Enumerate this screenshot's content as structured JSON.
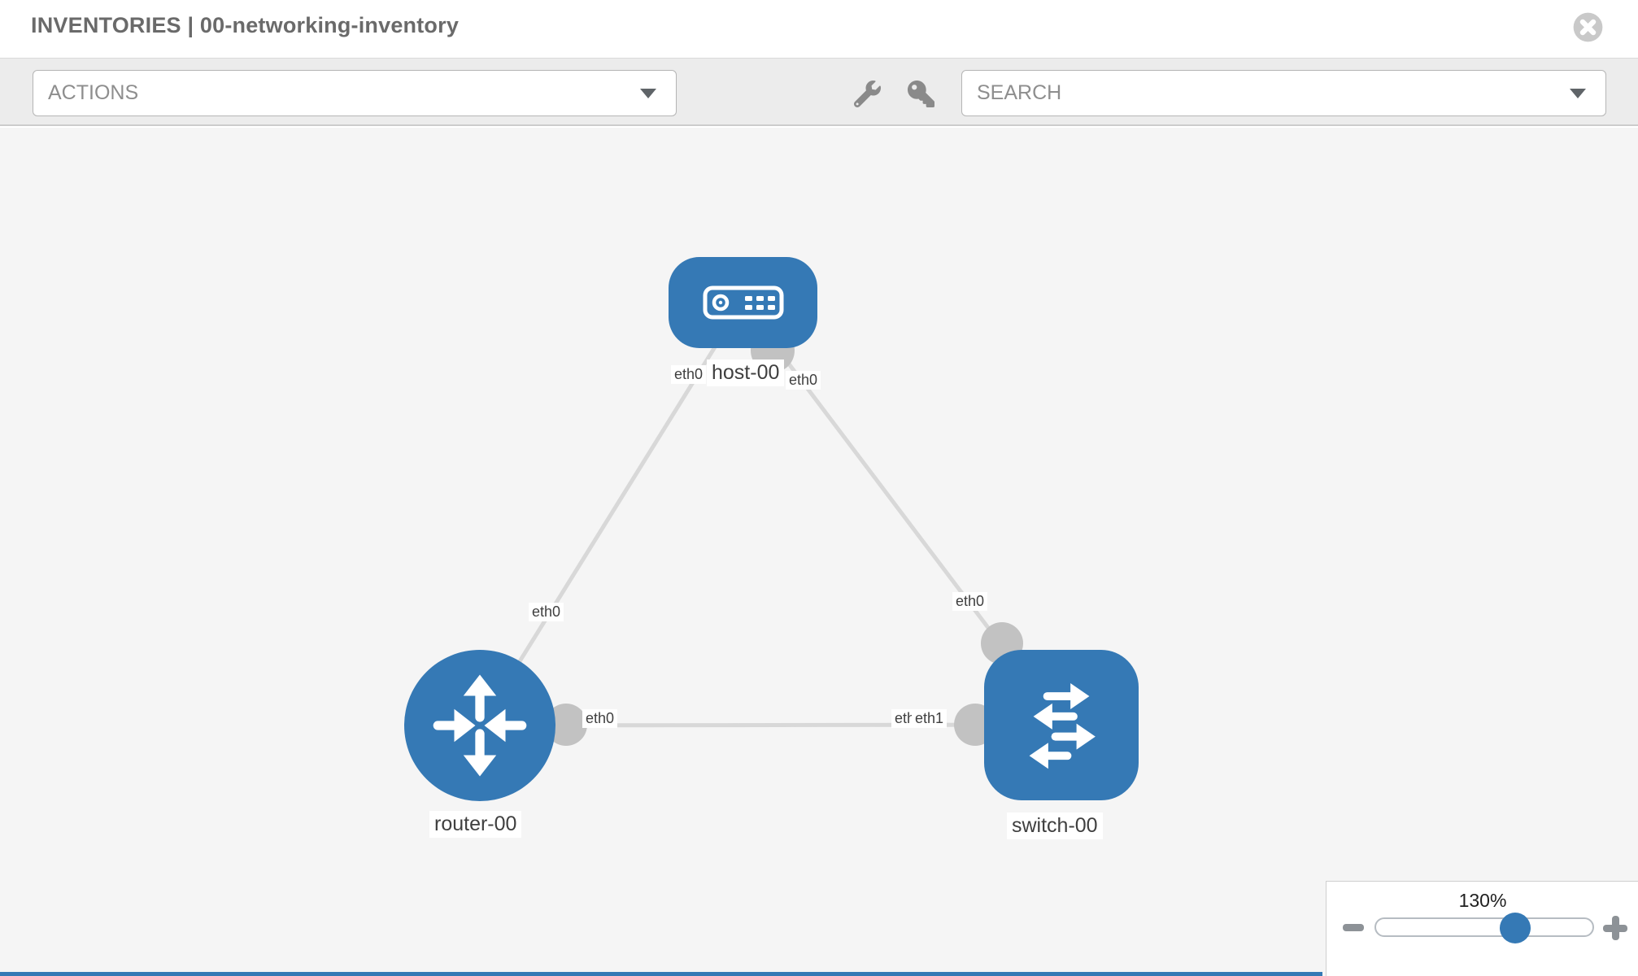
{
  "header": {
    "title": "INVENTORIES | 00-networking-inventory"
  },
  "toolbar": {
    "actions_label": "ACTIONS",
    "search_label": "SEARCH"
  },
  "icons": {
    "close": "circle-x",
    "wrench": "wrench",
    "key": "key",
    "dropdown_caret": "chevron-down",
    "zoom_out": "minus",
    "zoom_in": "plus",
    "host_node": "server",
    "router_node": "router-arrows",
    "switch_node": "switch-arrows"
  },
  "topology": {
    "nodes": [
      {
        "name": "host-00",
        "type": "host"
      },
      {
        "name": "router-00",
        "type": "router"
      },
      {
        "name": "switch-00",
        "type": "switch"
      }
    ],
    "links": [
      {
        "source": "router-00",
        "source_interface": "eth0",
        "target": "host-00",
        "target_interface": "eth0"
      },
      {
        "source": "host-00",
        "source_interface": "eth0",
        "target": "switch-00",
        "target_interface": "eth0"
      },
      {
        "source": "router-00",
        "source_interface": "eth0",
        "target": "switch-00",
        "target_interface": "eth1"
      }
    ],
    "extra_labels": {
      "switch_overlapped_interface": "eth0"
    }
  },
  "zoom_control": {
    "value": "130%"
  },
  "colors": {
    "node_blue": "#3579b5",
    "link_gray": "#d8d8d8",
    "port_gray": "#c2c2c2",
    "canvas_bg": "#f5f5f5",
    "toolbar_bg": "#ececec",
    "title_gray": "#6a6a6a"
  }
}
